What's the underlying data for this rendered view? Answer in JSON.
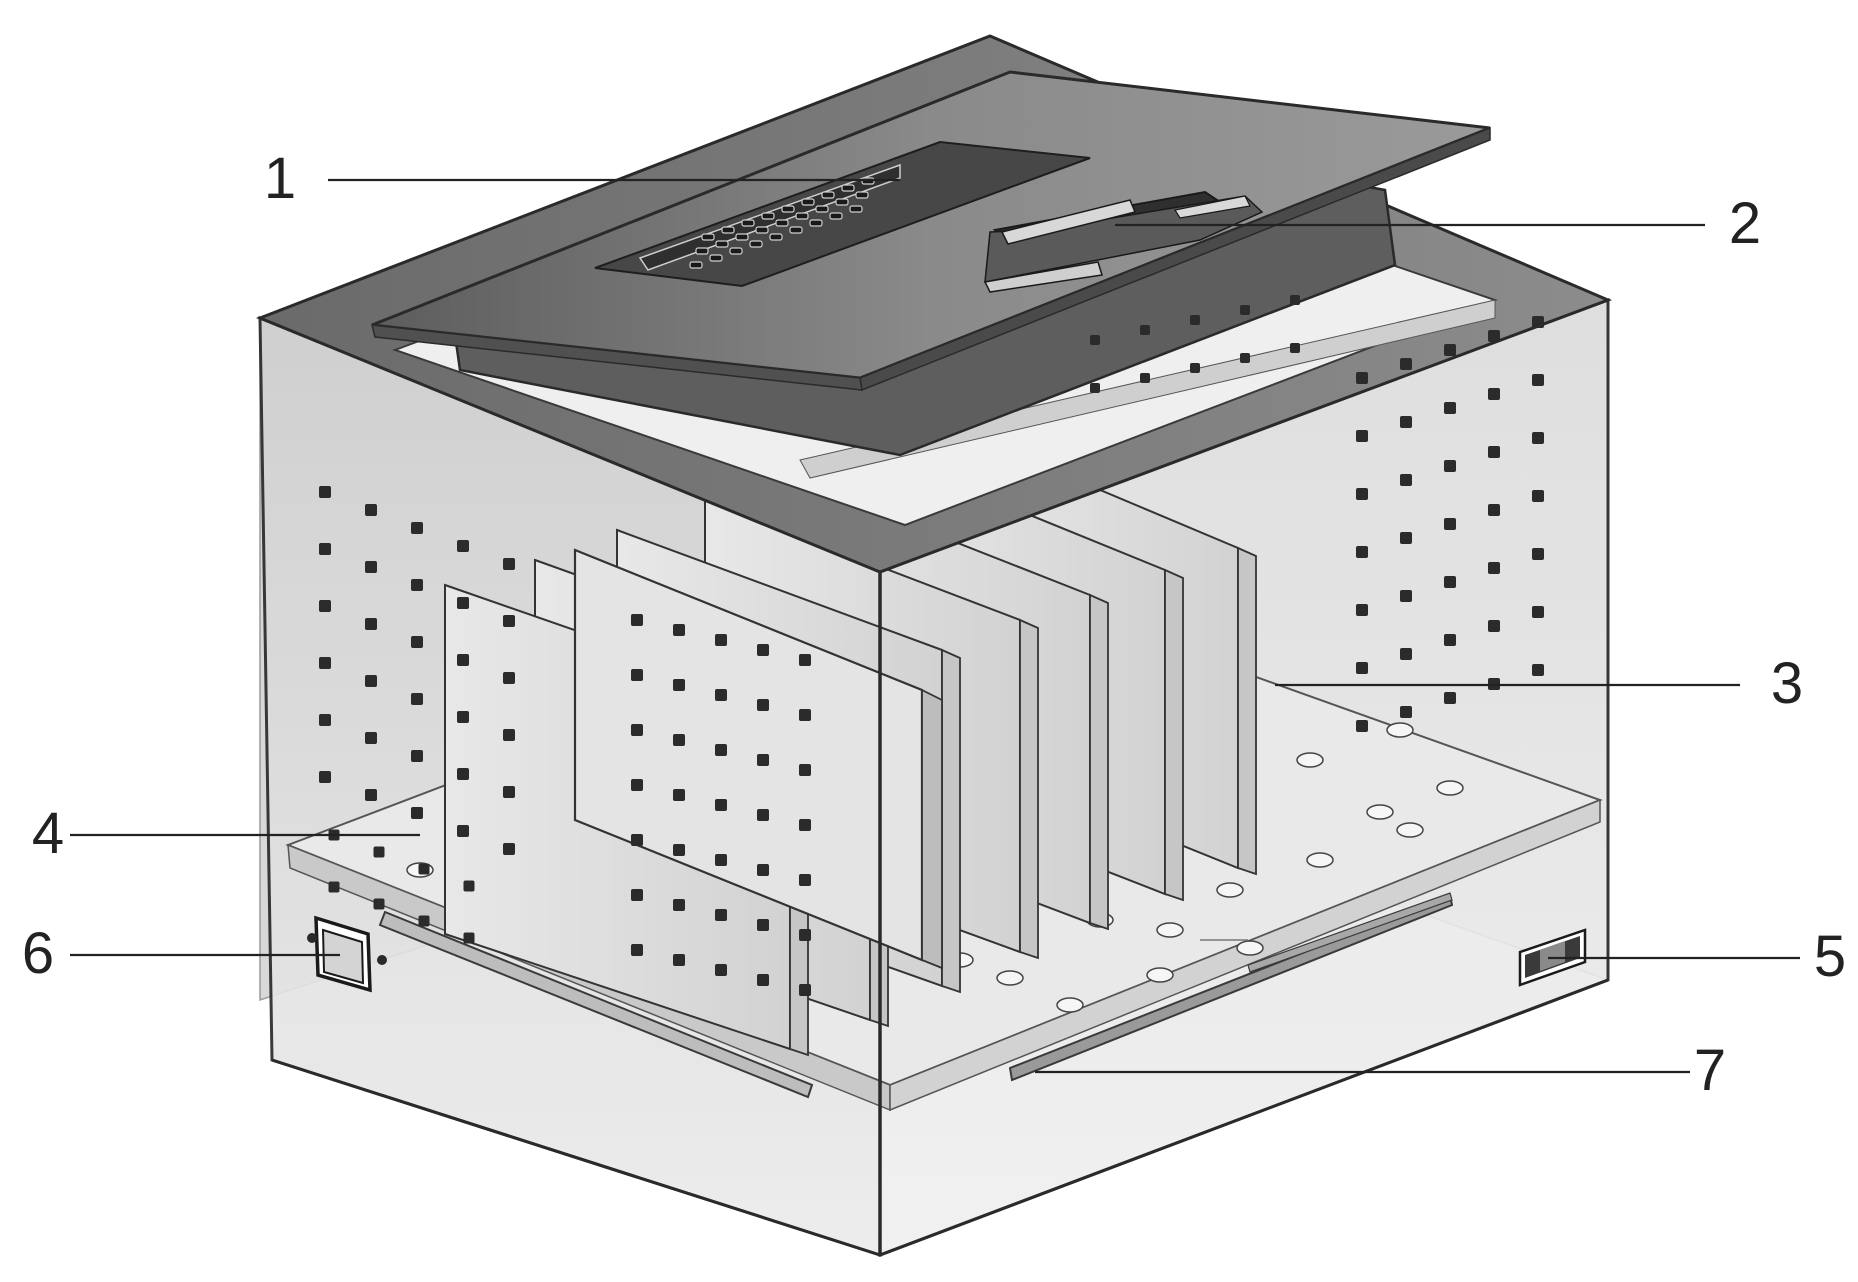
{
  "figure": {
    "kind": "device isometric schematic with numbered callouts",
    "colors": {
      "background": "#ffffff",
      "outline": "#2a2a2a",
      "shell_dark": "#707070",
      "lid": "#7d7d7d",
      "wall_light": "#e6e6e6",
      "plate": "#d9d9d9",
      "hole": "#2b2b2b"
    }
  },
  "callouts": [
    {
      "id": "c1",
      "label": "1",
      "part": "display-panel"
    },
    {
      "id": "c2",
      "label": "2",
      "part": "fan-unit"
    },
    {
      "id": "c3",
      "label": "3",
      "part": "sample-plates"
    },
    {
      "id": "c4",
      "label": "4",
      "part": "perforated-tray"
    },
    {
      "id": "c5",
      "label": "5",
      "part": "sensor-window"
    },
    {
      "id": "c6",
      "label": "6",
      "part": "inlet-port"
    },
    {
      "id": "c7",
      "label": "7",
      "part": "drawer-rail"
    }
  ]
}
